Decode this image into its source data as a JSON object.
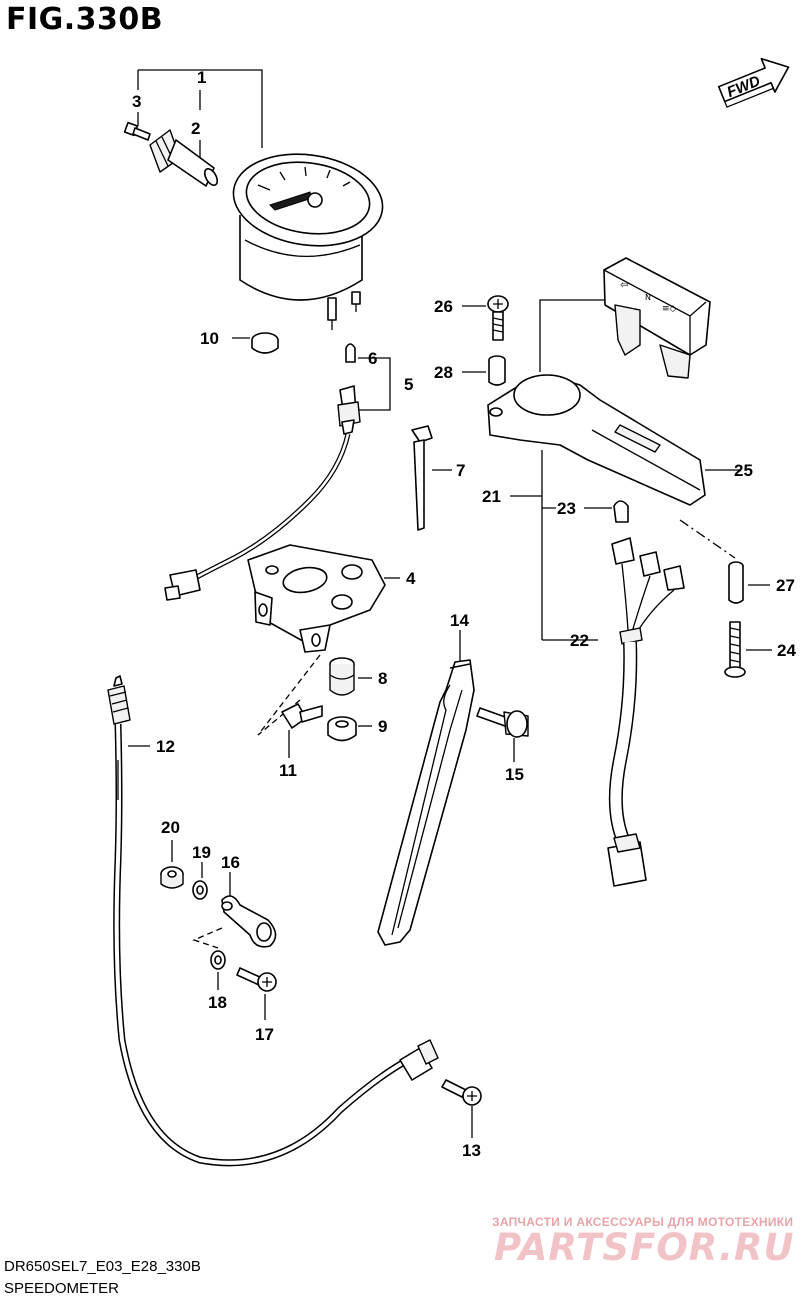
{
  "figure": {
    "title": "FIG.330B",
    "code": "DR650SEL7_E03_E28_330B",
    "name": "SPEEDOMETER",
    "fwd_label": "FWD"
  },
  "watermark": {
    "tagline": "ЗАПЧАСТИ И АКСЕССУАРЫ ДЛЯ МОТОТЕХНИКИ",
    "logo": "PARTSFOR.RU"
  },
  "callouts": {
    "c1": "1",
    "c2": "2",
    "c3": "3",
    "c4": "4",
    "c5": "5",
    "c6": "6",
    "c7": "7",
    "c8": "8",
    "c9": "9",
    "c10": "10",
    "c11": "11",
    "c12": "12",
    "c13": "13",
    "c14": "14",
    "c15": "15",
    "c16": "16",
    "c17": "17",
    "c18": "18",
    "c19": "19",
    "c20": "20",
    "c21": "21",
    "c22": "22",
    "c23": "23",
    "c24": "24",
    "c25": "25",
    "c26": "26",
    "c27": "27",
    "c28": "28"
  },
  "indicator_symbols": {
    "turn": "⇦",
    "neutral": "N",
    "beam": "≡◇"
  }
}
